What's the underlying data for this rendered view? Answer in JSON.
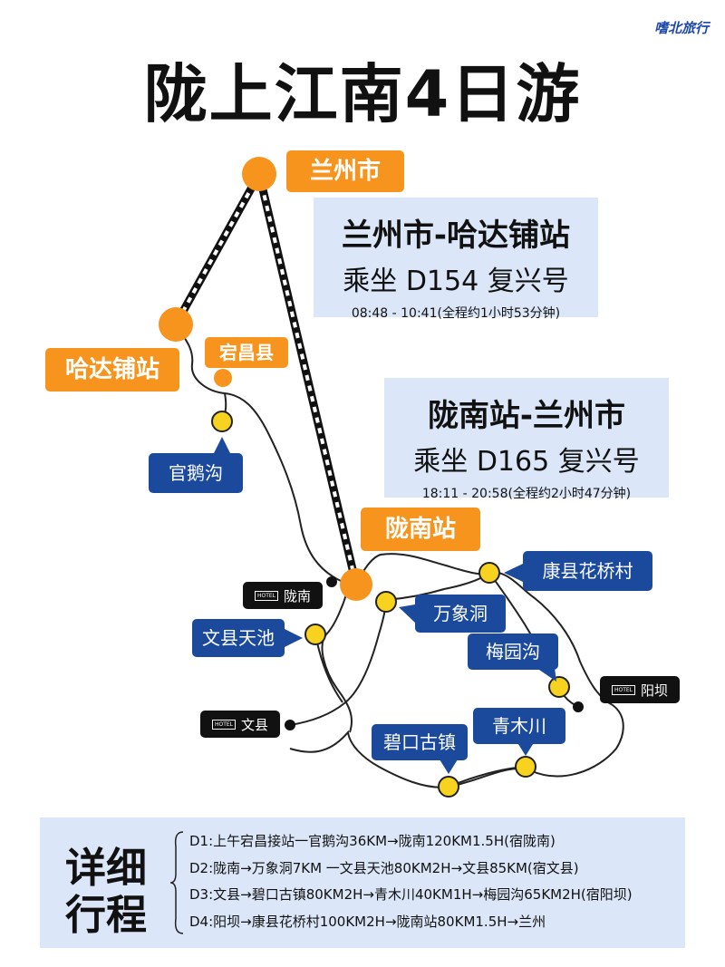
{
  "logo": {
    "text": "嗜北旅行"
  },
  "title": "陇上江南4日游",
  "colors": {
    "orange": "#f7941d",
    "blue": "#1b4a9c",
    "yellow": "#f7d21e",
    "light_blue": "#dbe6f8"
  },
  "places": {
    "lanzhou": "兰州市",
    "hadapu": "哈达铺站",
    "dangchang": "宕昌县",
    "guanegou": "官鹅沟",
    "longnan_station": "陇南站",
    "kangxian": "康县花桥村",
    "wanxiang": "万象洞",
    "wenxian_tianchi": "文县天池",
    "meiyuan": "梅园沟",
    "qingmu": "青木川",
    "bikou": "碧口古镇"
  },
  "hotels": [
    {
      "icon": "HOTEL",
      "label": "陇南"
    },
    {
      "icon": "HOTEL",
      "label": "阳坝"
    },
    {
      "icon": "HOTEL",
      "label": "文县"
    }
  ],
  "train1": {
    "route": "兰州市-哈达铺站",
    "train": "乘坐 D154 复兴号",
    "time": "08:48 - 10:41(全程约1小时53分钟)"
  },
  "train2": {
    "route": "陇南站-兰州市",
    "train": "乘坐 D165 复兴号",
    "time": "18:11 - 20:58(全程约2小时47分钟)"
  },
  "itinerary": {
    "title": "详细行程",
    "days": [
      "D1:上午宕昌接站一官鹅沟36KM→陇南120KM1.5H(宿陇南)",
      "D2:陇南→万象洞7KM 一文县天池80KM2H→文县85KM(宿文县)",
      "D3:文县→碧口古镇80KM2H→青木川40KM1H→梅园沟65KM2H(宿阳坝)",
      "D4:阳坝→康县花桥村100KM2H→陇南站80KM1.5H→兰州"
    ]
  }
}
